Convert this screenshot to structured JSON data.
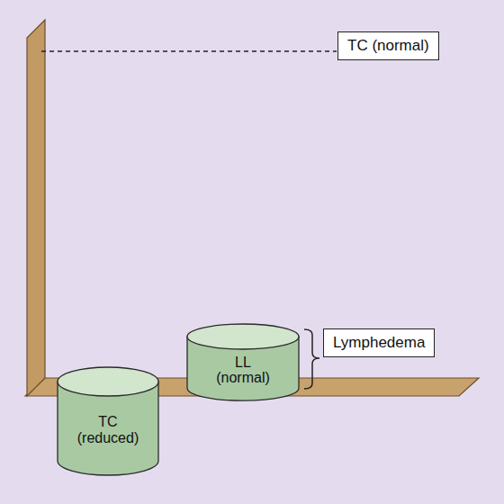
{
  "diagram": {
    "nodes": [
      {
        "text": [
          "TC (normal)"
        ]
      },
      {
        "text": [
          "Lymphedema"
        ]
      },
      {
        "text": [
          "LL (normal)"
        ]
      },
      {
        "text": [
          "TC (reduced)"
        ]
      }
    ]
  }
}
